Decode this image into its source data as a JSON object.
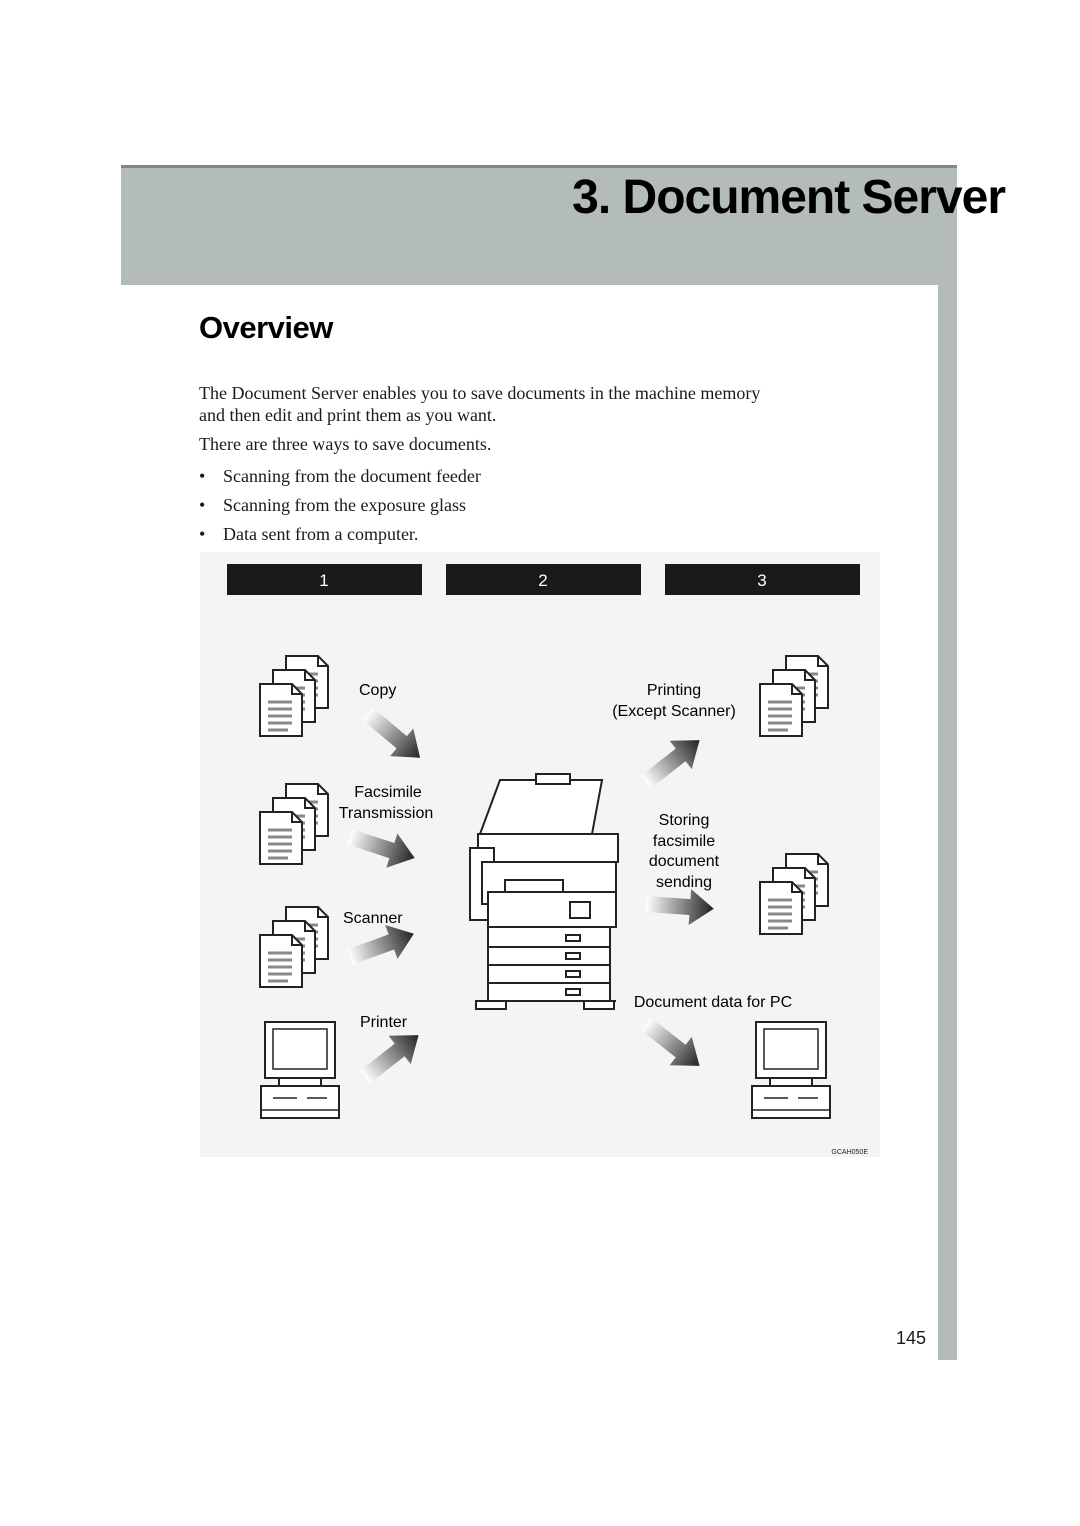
{
  "chapter": {
    "title": "3. Document Server"
  },
  "section": {
    "title": "Overview"
  },
  "intro": {
    "paragraph1_line1": "The Document Server enables you to save documents in the machine memory",
    "paragraph1_line2": "and then edit and print them as you want.",
    "paragraph2": "There are three ways to save documents."
  },
  "bullets": [
    "Scanning from the document feeder",
    "Scanning from the exposure glass",
    "Data sent from a computer."
  ],
  "figure": {
    "tabs": [
      "1",
      "2",
      "3"
    ],
    "labels": {
      "copy": "Copy",
      "facsimile_line1": "Facsimile",
      "facsimile_line2": "Transmission",
      "scanner": "Scanner",
      "printer": "Printer",
      "printing_line1": "Printing",
      "printing_line2": "(Except Scanner)",
      "storing_line1": "Storing",
      "storing_line2": "facsimile",
      "storing_line3": "document",
      "storing_line4": "sending",
      "document_data": "Document data for PC"
    },
    "code": "GCAH050E"
  },
  "page_number": "145",
  "colors": {
    "band": "#b4bcb8",
    "figure_bg": "#f3f4f3",
    "tab": "#1a1a1a"
  }
}
